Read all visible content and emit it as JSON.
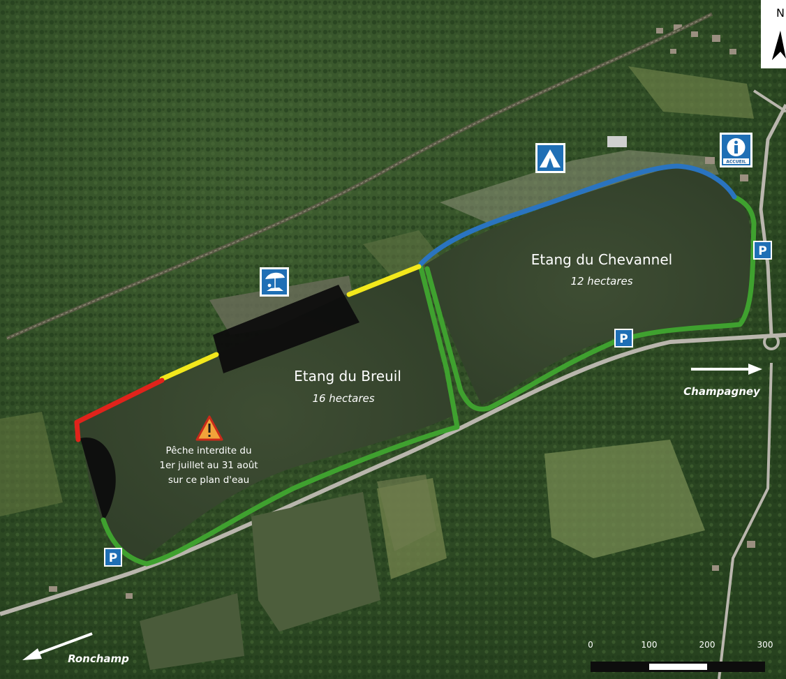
{
  "lakes": {
    "breuil": {
      "name": "Etang du Breuil",
      "area": "16 hectares"
    },
    "chevannel": {
      "name": "Etang du Chevannel",
      "area": "12 hectares"
    }
  },
  "warning": {
    "icon": "warning-triangle-icon",
    "lines": [
      "Pêche interdite du",
      "1er juillet au 31 août",
      "sur ce plan d'eau"
    ]
  },
  "directions": {
    "east": "Champagney",
    "southwest": "Ronchamp"
  },
  "parking": {
    "label": "P"
  },
  "north_arrow": {
    "label": "N"
  },
  "scale_bar": {
    "ticks": [
      "0",
      "100",
      "200",
      "300"
    ]
  },
  "icons": {
    "camping": "camping-tent-icon",
    "beach": "beach-bathing-icon",
    "info": "information-icon",
    "info_label": "ACCUEIL"
  },
  "colors": {
    "trail_green": "#3fa12f",
    "trail_blue": "#2a74c0",
    "trail_yellow": "#f2e81c",
    "trail_red": "#e0231b",
    "restricted_zone": "#0d0d0d",
    "sign_blue": "#1f6fb5"
  }
}
